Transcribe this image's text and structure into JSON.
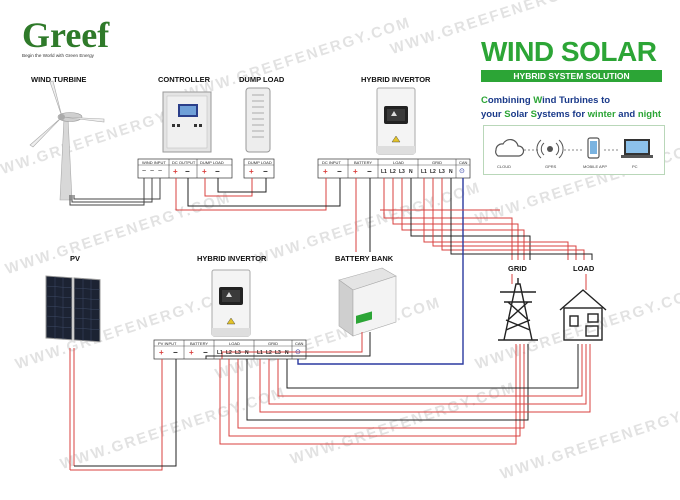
{
  "brand": {
    "logo_text": "Greef",
    "tagline": "Begin the World with Green Energy"
  },
  "header": {
    "title": "WIND SOLAR",
    "subtitle": "HYBRID SYSTEM SOLUTION",
    "slogan_line1": [
      "C",
      "ombining ",
      "W",
      "ind Turbines to"
    ],
    "slogan_line2": [
      "your ",
      "S",
      "olar ",
      "S",
      "ystems for ",
      "winter",
      " and ",
      "night"
    ]
  },
  "monitoring": {
    "items": [
      "CLOUD",
      "GPRS",
      "MOBILE APP",
      "PC"
    ]
  },
  "components": {
    "wind_turbine": "WIND TURBINE",
    "controller": "CONTROLLER",
    "dump_load": "DUMP LOAD",
    "hybrid_inverter_top": "HYBRID INVERTOR",
    "hybrid_inverter_bottom": "HYBRID INVERTOR",
    "pv": "PV",
    "battery_bank": "BATTERY BANK",
    "grid": "GRID",
    "load": "LOAD"
  },
  "terminals": {
    "controller": {
      "wind_input": "WIND INPUT",
      "dc_output": "DC OUTPUT",
      "dump_load": "DUMP LOAD",
      "wind_pins": [
        "~",
        "~",
        "~"
      ],
      "dc_pins": [
        "+",
        "−"
      ],
      "dump_pins": [
        "+",
        "−"
      ]
    },
    "dumpload_block": {
      "title": "DUMP LOAD",
      "pins": [
        "+",
        "−"
      ]
    },
    "inverter_top": {
      "sections": [
        "DC INPUT",
        "BATTERY",
        "LOAD",
        "GRID",
        "CAN"
      ],
      "dc_pins": [
        "+",
        "−"
      ],
      "battery_pins": [
        "+",
        "−"
      ],
      "load_pins": [
        "L1",
        "L2",
        "L3",
        "N"
      ],
      "grid_pins": [
        "L1",
        "L2",
        "L3",
        "N"
      ],
      "can_pin": "⊙"
    },
    "inverter_bottom": {
      "sections": [
        "PV INPUT",
        "BATTERY",
        "LOAD",
        "GRID",
        "CAN"
      ],
      "pv_pins": [
        "+",
        "−"
      ],
      "battery_pins": [
        "+",
        "−"
      ],
      "load_pins": [
        "L1",
        "L2",
        "L3",
        "N"
      ],
      "grid_pins": [
        "L1",
        "L2",
        "L3",
        "N"
      ],
      "can_pin": "⊙"
    }
  },
  "watermark": "WWW.GREEFENERGY.COM",
  "colors": {
    "brand_green": "#2ca536",
    "wire_red": "#d9413f",
    "wire_black": "#222222",
    "wire_blue": "#2b3aa0",
    "slogan_blue": "#1a3a8a"
  }
}
